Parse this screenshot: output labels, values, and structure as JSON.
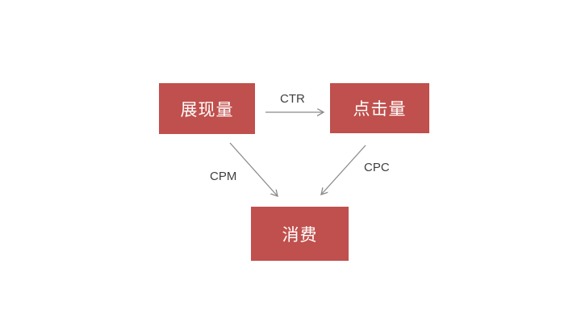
{
  "diagram": {
    "title": "advertising-metrics-flow",
    "nodes": [
      {
        "id": "impressions",
        "label": "展现量"
      },
      {
        "id": "clicks",
        "label": "点击量"
      },
      {
        "id": "spend",
        "label": "消费"
      }
    ],
    "edges": [
      {
        "id": "ctr",
        "label": "CTR",
        "from": "impressions",
        "to": "clicks"
      },
      {
        "id": "cpm",
        "label": "CPM",
        "from": "impressions",
        "to": "spend"
      },
      {
        "id": "cpc",
        "label": "CPC",
        "from": "clicks",
        "to": "spend"
      }
    ],
    "colors": {
      "node_fill": "#c0504d",
      "node_text": "#ffffff",
      "arrow": "#8a8a8a",
      "edge_label": "#3f3f3f",
      "canvas_bg": "#ffffff"
    }
  }
}
